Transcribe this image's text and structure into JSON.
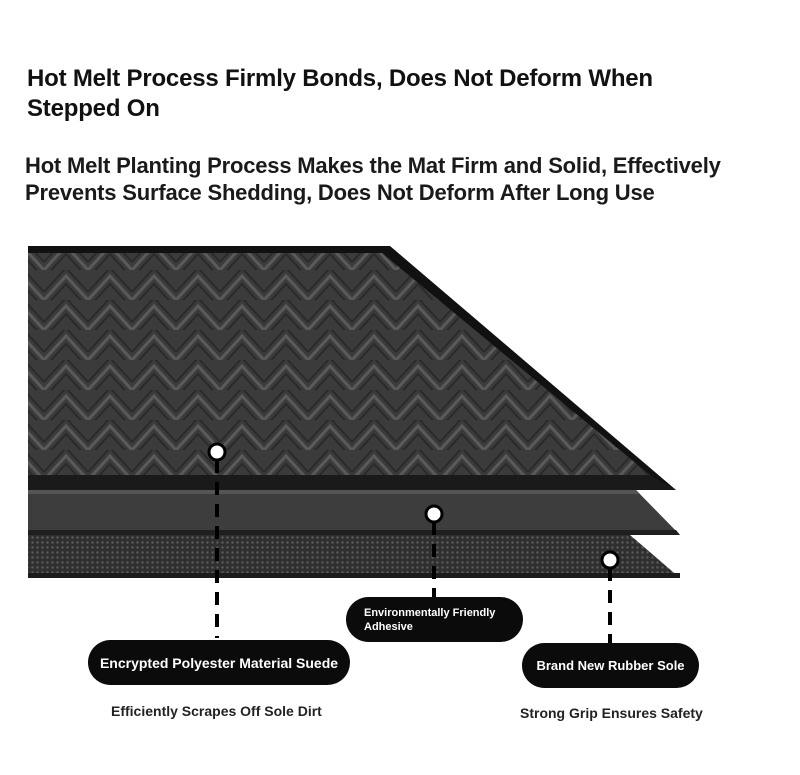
{
  "headline": "Hot Melt Process Firmly Bonds, Does Not Deform When Stepped On",
  "subheadline": "Hot Melt Planting Process Makes the Mat Firm and Solid, Effectively Prevents Surface Shedding, Does Not Deform After Long Use",
  "callouts": {
    "suede": {
      "label": "Encrypted Polyester Material Suede",
      "caption": "Efficiently Scrapes Off Sole Dirt"
    },
    "adhesive": {
      "label": "Environmentally Friendly Adhesive"
    },
    "rubber": {
      "label": "Brand New Rubber Sole",
      "caption": "Strong Grip Ensures Safety"
    }
  },
  "colors": {
    "mat_surface": "#3a3a3a",
    "mat_border": "#111111",
    "pill_background": "#0b0b0b",
    "pill_text": "#ffffff"
  }
}
